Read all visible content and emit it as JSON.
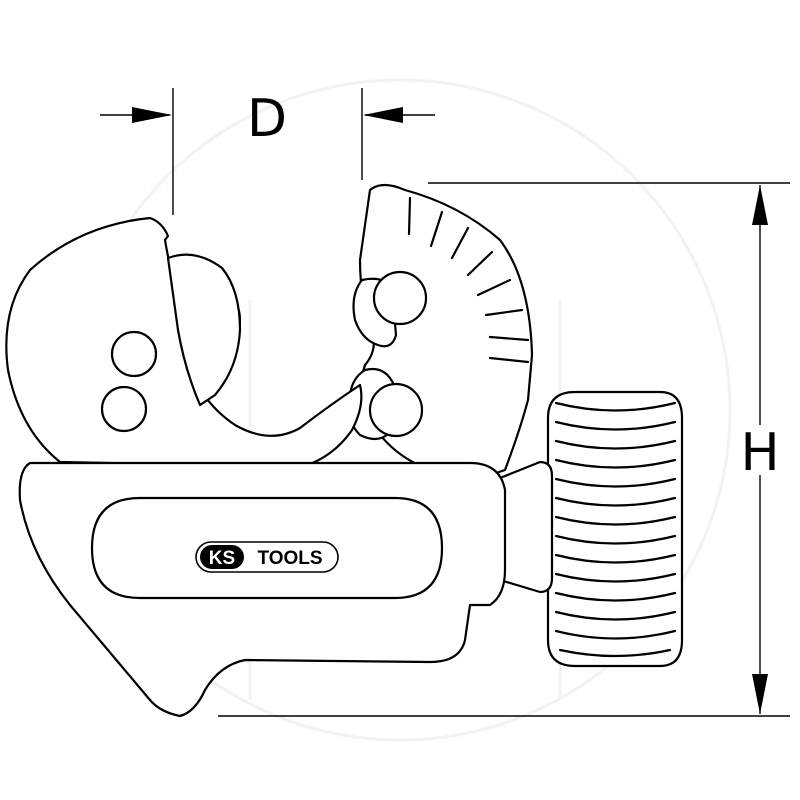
{
  "diagram": {
    "dimension_labels": {
      "diameter": "D",
      "height": "H"
    },
    "logo": {
      "prefix": "KS",
      "suffix": "TOOLS"
    }
  }
}
